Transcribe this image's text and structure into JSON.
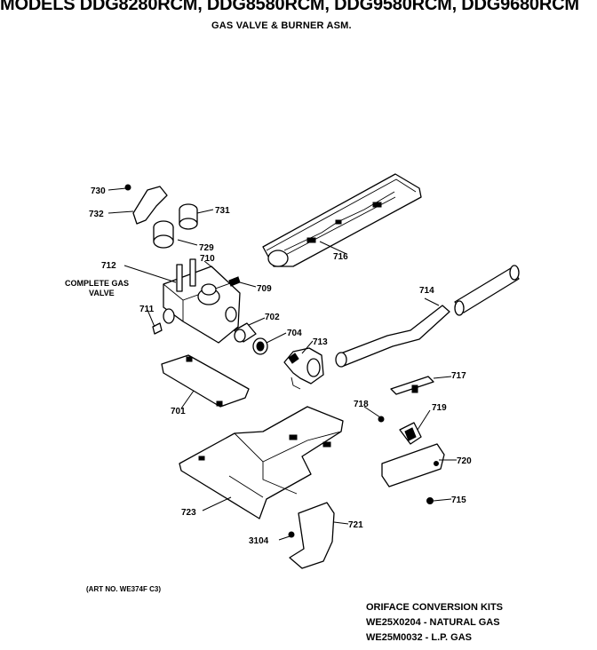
{
  "header": {
    "title": "MODELS DDG8280RCM, DDG8580RCM, DDG9580RCM, DDG9680RCM",
    "subtitle": "GAS VALVE & BURNER ASM."
  },
  "callouts": {
    "p730": "730",
    "p732": "732",
    "p731": "731",
    "p729": "729",
    "p710": "710",
    "p709": "709",
    "p712": "712",
    "valve_label_1": "COMPLETE GAS",
    "valve_label_2": "VALVE",
    "p711": "711",
    "p702": "702",
    "p704": "704",
    "p713": "713",
    "p716": "716",
    "p714": "714",
    "p717": "717",
    "p718": "718",
    "p719": "719",
    "p720": "720",
    "p715": "715",
    "p701": "701",
    "p723": "723",
    "p721": "721",
    "p3104": "3104"
  },
  "footer": {
    "art_no": "(ART NO. WE374F C3)",
    "kits_title": "ORIFACE CONVERSION KITS",
    "kit_natural": "WE25X0204 - NATURAL GAS",
    "kit_lp": "WE25M0032 - L.P. GAS"
  }
}
